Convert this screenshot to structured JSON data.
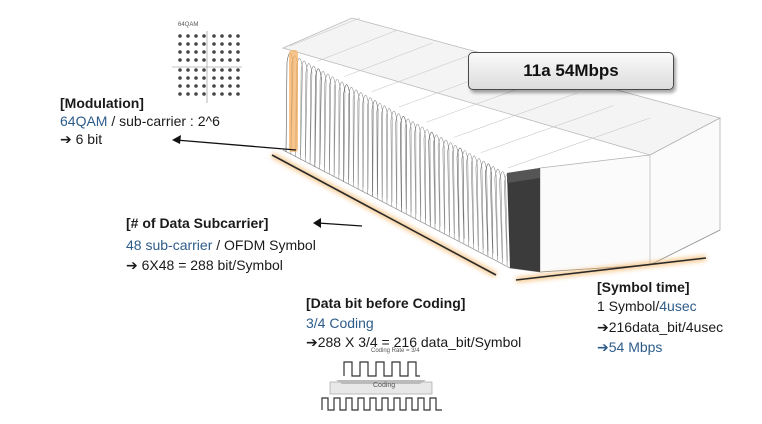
{
  "badge": {
    "title": "11a 54Mbps"
  },
  "constellation": {
    "label": "64QAM"
  },
  "modulation": {
    "heading": "[Modulation]",
    "line1_highlight": "64QAM",
    "line1_rest": " / sub-carrier : 2^6",
    "line2": "➔ 6 bit"
  },
  "subcarrier": {
    "heading": "[# of Data Subcarrier]",
    "line1_highlight": "48 sub-carrier",
    "line1_rest": " / OFDM Symbol",
    "line2": "➔ 6X48 = 288 bit/Symbol"
  },
  "coding": {
    "heading": "[Data bit before Coding]",
    "line1": "3/4 Coding",
    "line2": "➔288 X 3/4 = 216 data_bit/Symbol",
    "inset_title": "Coding Rate = 3/4",
    "inset_label": "Coding"
  },
  "symbol": {
    "heading": "[Symbol time]",
    "line1_prefix": "1 Symbol/",
    "line1_highlight": "4usec",
    "line2": "➔216data_bit/4usec",
    "line3": "➔54 Mbps"
  },
  "colors": {
    "accent_blue": "#2e5c8a",
    "highlight_orange": "#f0a040"
  }
}
